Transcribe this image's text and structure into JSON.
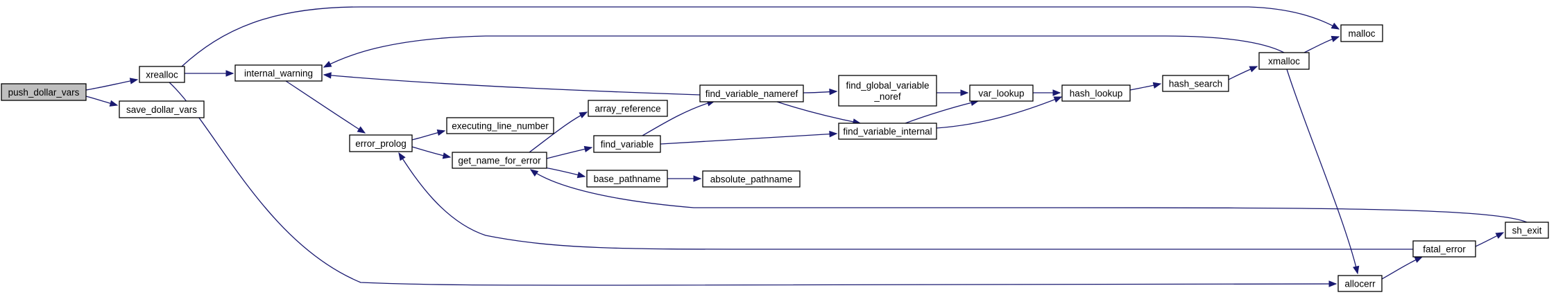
{
  "colors": {
    "edge": "#191970",
    "node_border": "#000000",
    "root_fill": "#bfbfbf",
    "node_fill": "#ffffff"
  },
  "nodes": {
    "push_dollar_vars": {
      "lines": [
        "push_dollar_vars"
      ],
      "root": true
    },
    "xrealloc": {
      "lines": [
        "xrealloc"
      ]
    },
    "save_dollar_vars": {
      "lines": [
        "save_dollar_vars"
      ]
    },
    "internal_warning": {
      "lines": [
        "internal_warning"
      ]
    },
    "error_prolog": {
      "lines": [
        "error_prolog"
      ]
    },
    "executing_line_number": {
      "lines": [
        "executing_line_number"
      ]
    },
    "get_name_for_error": {
      "lines": [
        "get_name_for_error"
      ]
    },
    "array_reference": {
      "lines": [
        "array_reference"
      ]
    },
    "find_variable": {
      "lines": [
        "find_variable"
      ]
    },
    "base_pathname": {
      "lines": [
        "base_pathname"
      ]
    },
    "absolute_pathname": {
      "lines": [
        "absolute_pathname"
      ]
    },
    "find_variable_nameref": {
      "lines": [
        "find_variable_nameref"
      ]
    },
    "find_global_variable_noref": {
      "lines": [
        "find_global_variable",
        "_noref"
      ]
    },
    "find_variable_internal": {
      "lines": [
        "find_variable_internal"
      ]
    },
    "var_lookup": {
      "lines": [
        "var_lookup"
      ]
    },
    "hash_lookup": {
      "lines": [
        "hash_lookup"
      ]
    },
    "hash_search": {
      "lines": [
        "hash_search"
      ]
    },
    "xmalloc": {
      "lines": [
        "xmalloc"
      ]
    },
    "malloc": {
      "lines": [
        "malloc"
      ]
    },
    "allocerr": {
      "lines": [
        "allocerr"
      ]
    },
    "fatal_error": {
      "lines": [
        "fatal_error"
      ]
    },
    "sh_exit": {
      "lines": [
        "sh_exit"
      ]
    }
  },
  "edges": [
    [
      "push_dollar_vars",
      "xrealloc"
    ],
    [
      "push_dollar_vars",
      "save_dollar_vars"
    ],
    [
      "xrealloc",
      "internal_warning"
    ],
    [
      "xrealloc",
      "malloc"
    ],
    [
      "xrealloc",
      "allocerr"
    ],
    [
      "internal_warning",
      "error_prolog"
    ],
    [
      "error_prolog",
      "executing_line_number"
    ],
    [
      "error_prolog",
      "get_name_for_error"
    ],
    [
      "get_name_for_error",
      "array_reference"
    ],
    [
      "get_name_for_error",
      "find_variable"
    ],
    [
      "get_name_for_error",
      "base_pathname"
    ],
    [
      "base_pathname",
      "absolute_pathname"
    ],
    [
      "find_variable",
      "find_variable_nameref"
    ],
    [
      "find_variable",
      "find_variable_internal"
    ],
    [
      "find_variable_nameref",
      "internal_warning"
    ],
    [
      "find_variable_nameref",
      "find_global_variable_noref"
    ],
    [
      "find_variable_nameref",
      "find_variable_internal"
    ],
    [
      "find_global_variable_noref",
      "var_lookup"
    ],
    [
      "find_variable_internal",
      "var_lookup"
    ],
    [
      "find_variable_internal",
      "hash_lookup"
    ],
    [
      "var_lookup",
      "hash_lookup"
    ],
    [
      "hash_lookup",
      "hash_search"
    ],
    [
      "hash_search",
      "xmalloc"
    ],
    [
      "xmalloc",
      "malloc"
    ],
    [
      "xmalloc",
      "internal_warning"
    ],
    [
      "xmalloc",
      "allocerr"
    ],
    [
      "allocerr",
      "fatal_error"
    ],
    [
      "fatal_error",
      "error_prolog"
    ],
    [
      "fatal_error",
      "sh_exit"
    ],
    [
      "sh_exit",
      "get_name_for_error"
    ]
  ]
}
